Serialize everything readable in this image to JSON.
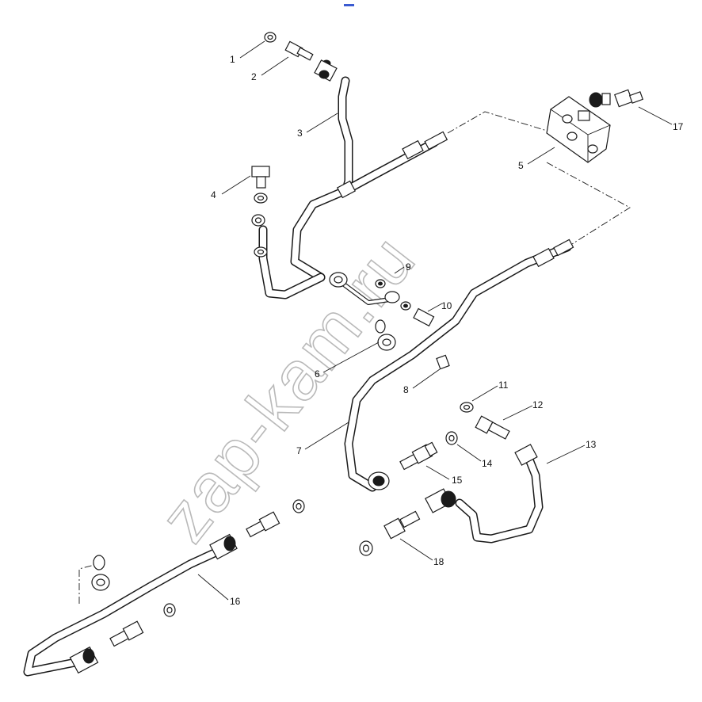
{
  "watermark": "zap-kam.ru",
  "callouts": [
    {
      "id": "c1",
      "label": "1"
    },
    {
      "id": "c2",
      "label": "2"
    },
    {
      "id": "c3",
      "label": "3"
    },
    {
      "id": "c4",
      "label": "4"
    },
    {
      "id": "c5",
      "label": "5"
    },
    {
      "id": "c6",
      "label": "6"
    },
    {
      "id": "c7",
      "label": "7"
    },
    {
      "id": "c8",
      "label": "8"
    },
    {
      "id": "c9",
      "label": "9"
    },
    {
      "id": "c10",
      "label": "10"
    },
    {
      "id": "c11",
      "label": "11"
    },
    {
      "id": "c12",
      "label": "12"
    },
    {
      "id": "c13",
      "label": "13"
    },
    {
      "id": "c14",
      "label": "14"
    },
    {
      "id": "c15",
      "label": "15"
    },
    {
      "id": "c16",
      "label": "16"
    },
    {
      "id": "c17",
      "label": "17"
    },
    {
      "id": "c18",
      "label": "18"
    }
  ],
  "colors": {
    "line": "#1a1a1a",
    "watermark": "#b9b9b9",
    "mark": "#3b5bd1"
  }
}
